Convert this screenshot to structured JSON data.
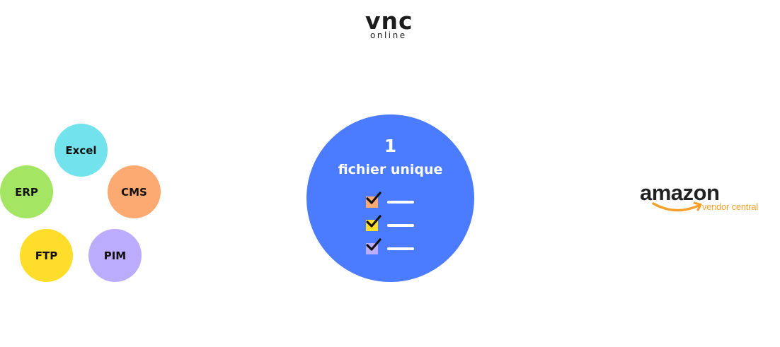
{
  "logo": {
    "main": "vnc",
    "sub": "online"
  },
  "sources": [
    {
      "label": "Excel",
      "color": "#72e2ec"
    },
    {
      "label": "ERP",
      "color": "#a4e563"
    },
    {
      "label": "CMS",
      "color": "#fdaa72"
    },
    {
      "label": "FTP",
      "color": "#fedd2b"
    },
    {
      "label": "PIM",
      "color": "#bcacfd"
    }
  ],
  "hub": {
    "number": "1",
    "label": "fichier unique",
    "color": "#4b7bff",
    "checklist": [
      {
        "box_color": "#fdaa72"
      },
      {
        "box_color": "#fedd2b"
      },
      {
        "box_color": "#bcacfd"
      }
    ]
  },
  "destination": {
    "brand": "amazon",
    "subtitle": "vendor central",
    "accent_color": "#f5a02b",
    "icon": "amazon-smile-arrow-icon"
  }
}
